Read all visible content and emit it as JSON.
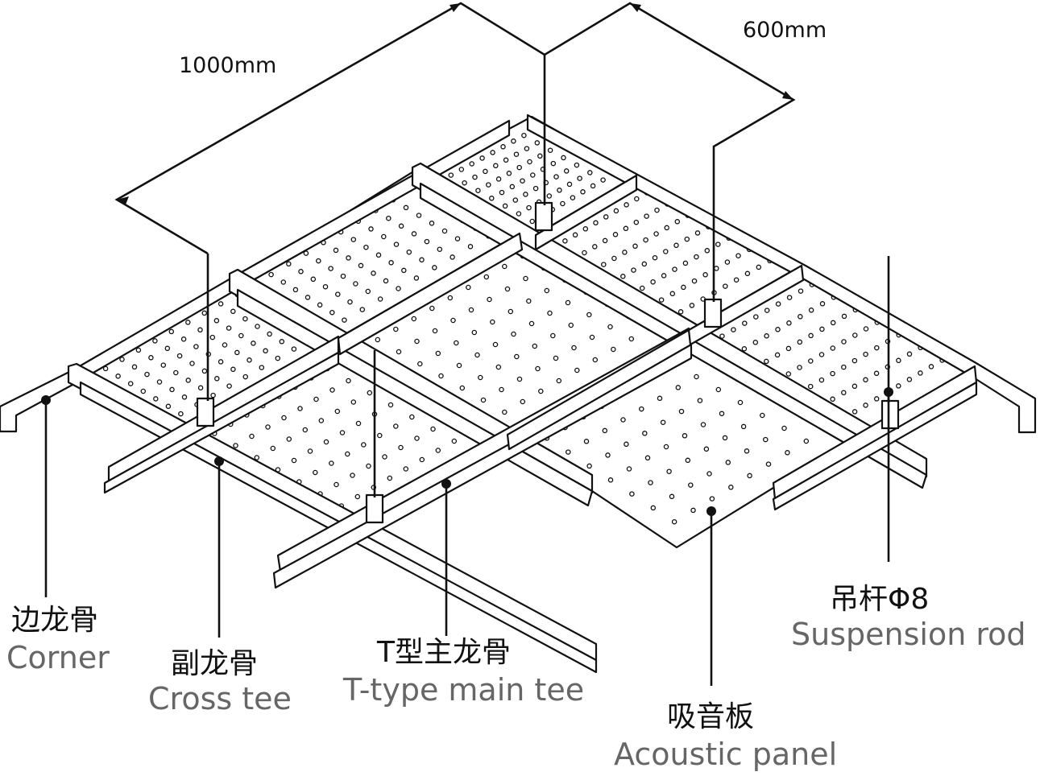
{
  "dimensions": {
    "length": "1000mm",
    "width": "600mm"
  },
  "labels": {
    "corner": {
      "cn": "边龙骨",
      "en": "Corner"
    },
    "cross_tee": {
      "cn": "副龙骨",
      "en": "Cross tee"
    },
    "main_tee": {
      "cn": "T型主龙骨",
      "en": "T-type main tee"
    },
    "panel": {
      "cn": "吸音板",
      "en": "Acoustic panel"
    },
    "rod": {
      "cn": "吊杆Φ8",
      "en": "Suspension rod"
    }
  },
  "colors": {
    "line": "#111111",
    "english_text": "#666666"
  }
}
